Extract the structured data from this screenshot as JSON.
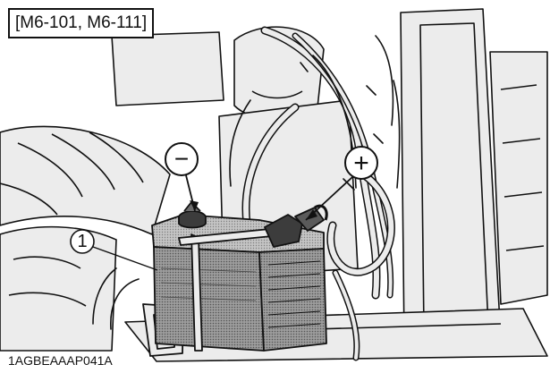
{
  "figure": {
    "model_label": "[M6-101, M6-111]",
    "figure_code": "1AGBEAAAP041A",
    "callout_number": "1",
    "negative_symbol": "−",
    "positive_symbol": "+"
  },
  "colors": {
    "line": "#111111",
    "battery_fill": "#9a9a9a",
    "part_fill": "#ececec",
    "background": "#ffffff"
  }
}
